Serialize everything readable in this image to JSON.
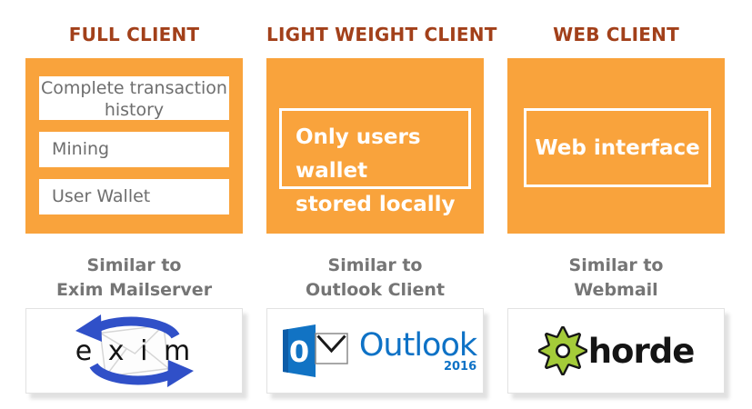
{
  "palette": {
    "orange": "#F9A33C",
    "heading_rust": "#A2401A",
    "caption_gray": "#757575",
    "feature_gray": "#6E6E6E",
    "outlook_blue": "#0E72C6",
    "exim_blue": "#3050C8",
    "horde_green": "#A4CB39"
  },
  "columns": [
    {
      "heading": "FULL CLIENT",
      "items": [
        {
          "lines": [
            "Complete transaction",
            "history"
          ]
        },
        {
          "lines": [
            "Mining"
          ]
        },
        {
          "lines": [
            "User Wallet"
          ]
        }
      ],
      "similar": [
        "Similar to",
        "Exim Mailserver"
      ],
      "logo": {
        "name": "exim",
        "text": "e x i m"
      }
    },
    {
      "heading": "LIGHT WEIGHT CLIENT",
      "callout": [
        "Only users wallet",
        "stored locally"
      ],
      "similar": [
        "Similar to",
        "Outlook Client"
      ],
      "logo": {
        "name": "outlook",
        "icon_letter": "0",
        "text": "Outlook",
        "year": "2016"
      }
    },
    {
      "heading": "WEB CLIENT",
      "callout": [
        "Web interface"
      ],
      "similar": [
        "Similar to",
        "Webmail"
      ],
      "logo": {
        "name": "horde",
        "text": "horde"
      }
    }
  ]
}
